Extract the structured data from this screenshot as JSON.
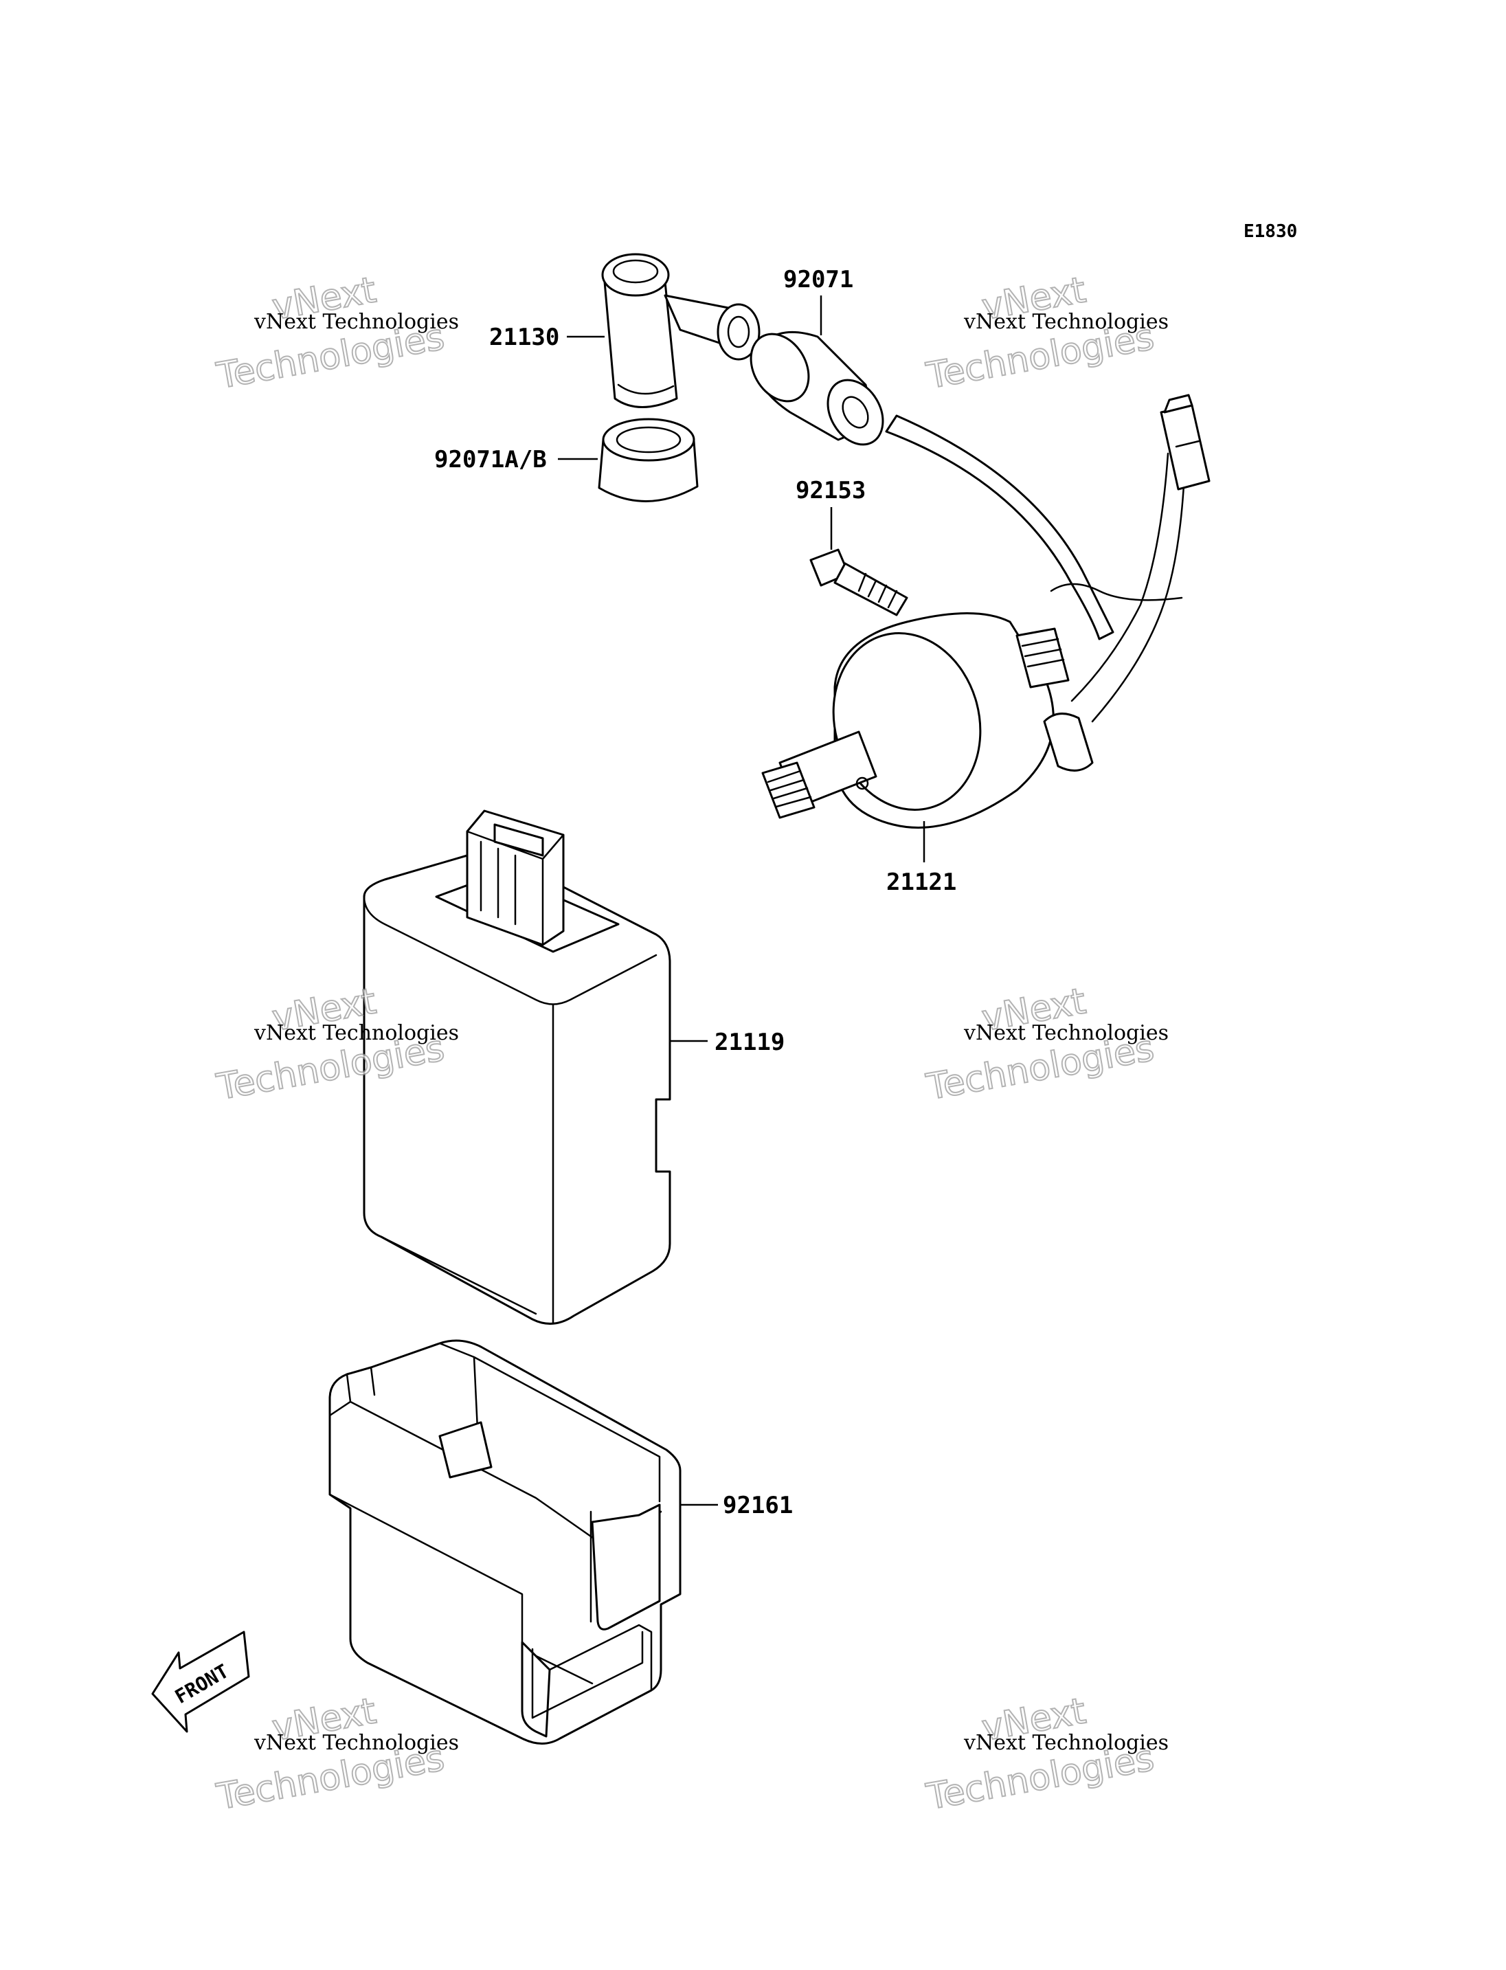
{
  "diagram": {
    "code": "E1830",
    "front_label": "FRONT",
    "parts": [
      {
        "id": "21130",
        "label": "21130",
        "icon": "spark-plug-cap-icon"
      },
      {
        "id": "92071",
        "label": "92071",
        "icon": "grommet-icon"
      },
      {
        "id": "92071AB",
        "label": "92071A/B",
        "icon": "seal-ring-icon"
      },
      {
        "id": "92153",
        "label": "92153",
        "icon": "bolt-icon"
      },
      {
        "id": "21121",
        "label": "21121",
        "icon": "ignition-coil-icon"
      },
      {
        "id": "21119",
        "label": "21119",
        "icon": "igniter-unit-icon"
      },
      {
        "id": "92161",
        "label": "92161",
        "icon": "bracket-case-icon"
      }
    ]
  },
  "watermark": {
    "line_small": "vNext Technologies",
    "line_big_top": "vNext",
    "line_big_bottom": "Technologies"
  }
}
